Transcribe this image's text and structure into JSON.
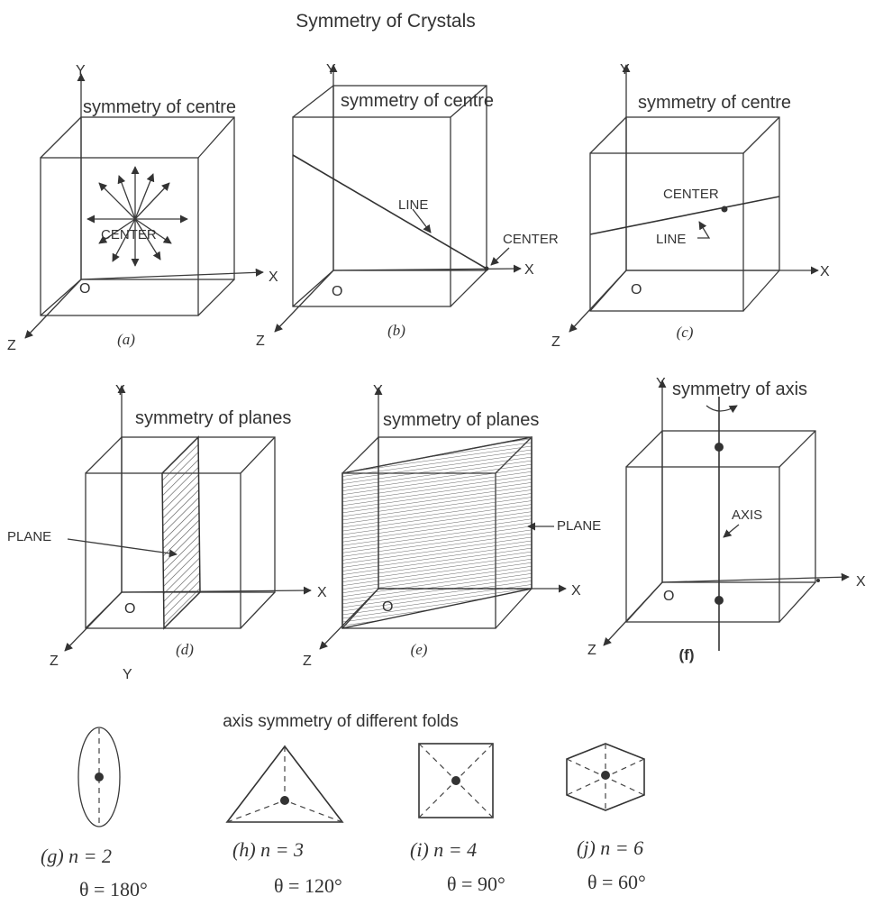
{
  "title": "Symmetry of Crystals",
  "axis_labels": {
    "x": "X",
    "y": "Y",
    "z": "Z",
    "origin": "O"
  },
  "panels": {
    "a": {
      "caption": "(a)",
      "heading": "symmetry of centre",
      "center_label": "CENTER"
    },
    "b": {
      "caption": "(b)",
      "heading": "symmetry of centre",
      "line_label": "LINE",
      "center_label": "CENTER"
    },
    "c": {
      "caption": "(c)",
      "heading": "symmetry of centre",
      "center_label": "CENTER",
      "line_label": "LINE"
    },
    "d": {
      "caption": "(d)",
      "heading": "symmetry of planes",
      "plane_label": "PLANE"
    },
    "e": {
      "caption": "(e)",
      "heading": "symmetry of planes",
      "plane_label": "PLANE"
    },
    "f": {
      "caption": "(f)",
      "heading": "symmetry of axis",
      "axis_label": "AXIS"
    }
  },
  "stray_y_label": "Y",
  "folds_heading": "axis symmetry of different folds",
  "folds": [
    {
      "caption": "(g) n = 2",
      "angle": "θ = 180°"
    },
    {
      "caption": "(h) n = 3",
      "angle": "θ = 120°"
    },
    {
      "caption": "(i) n = 4",
      "angle": "θ = 90°"
    },
    {
      "caption": "(j) n = 6",
      "angle": "θ = 60°"
    }
  ]
}
